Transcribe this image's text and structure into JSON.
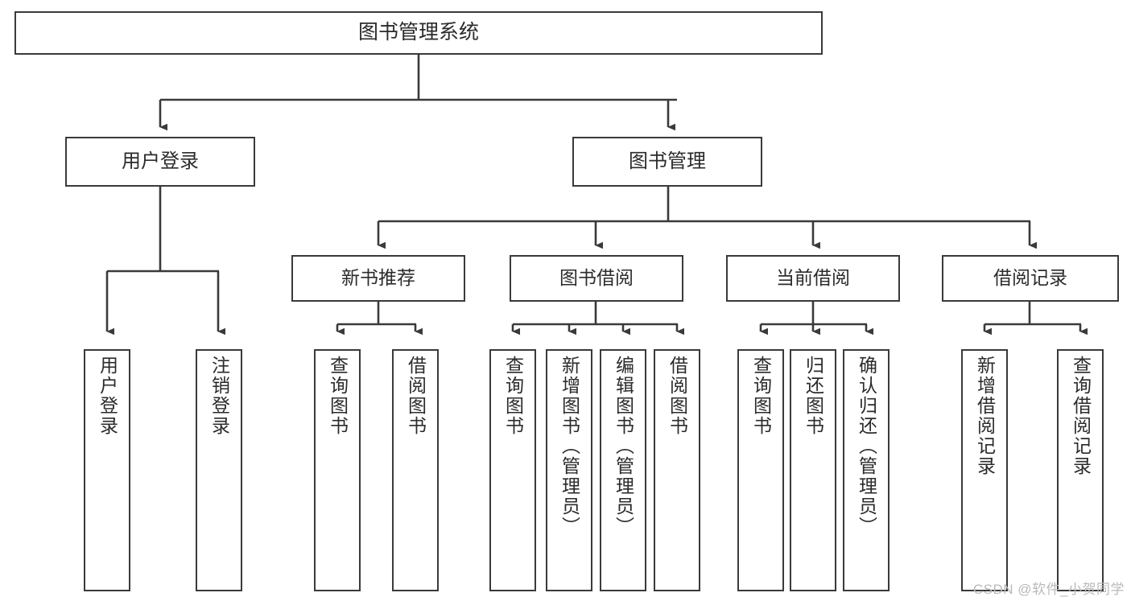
{
  "diagram": {
    "title": "图书管理系统",
    "type": "tree-hierarchy",
    "watermark": "CSDN @软件_小贺同学",
    "line_color": "#3a3a3a",
    "box_fill": "#ffffff",
    "text_color": "#2b2b2b",
    "nodes": {
      "root": {
        "label": "图书管理系统"
      },
      "level2": [
        {
          "id": "user-login",
          "label": "用户登录"
        },
        {
          "id": "book-manage",
          "label": "图书管理"
        }
      ],
      "level3": [
        {
          "id": "new-book-recommend",
          "label": "新书推荐"
        },
        {
          "id": "book-borrow",
          "label": "图书借阅"
        },
        {
          "id": "current-borrow",
          "label": "当前借阅"
        },
        {
          "id": "borrow-record",
          "label": "借阅记录"
        }
      ],
      "leaves": {
        "user-login": [
          {
            "id": "leaf-user-login",
            "label": "用户登录"
          },
          {
            "id": "leaf-logout-login",
            "label": "注销登录"
          }
        ],
        "new-book-recommend": [
          {
            "id": "leaf-query-book-1",
            "label": "查询图书"
          },
          {
            "id": "leaf-borrow-book-1",
            "label": "借阅图书"
          }
        ],
        "book-borrow": [
          {
            "id": "leaf-query-book-2",
            "label": "查询图书"
          },
          {
            "id": "leaf-add-book",
            "label": "新增图书（管理员）"
          },
          {
            "id": "leaf-edit-book",
            "label": "编辑图书（管理员）"
          },
          {
            "id": "leaf-borrow-book-2",
            "label": "借阅图书"
          }
        ],
        "current-borrow": [
          {
            "id": "leaf-query-book-3",
            "label": "查询图书"
          },
          {
            "id": "leaf-return-book",
            "label": "归还图书"
          },
          {
            "id": "leaf-confirm-return",
            "label": "确认归还（管理员）"
          }
        ],
        "borrow-record": [
          {
            "id": "leaf-add-record",
            "label": "新增借阅记录"
          },
          {
            "id": "leaf-query-record",
            "label": "查询借阅记录"
          }
        ]
      }
    }
  }
}
